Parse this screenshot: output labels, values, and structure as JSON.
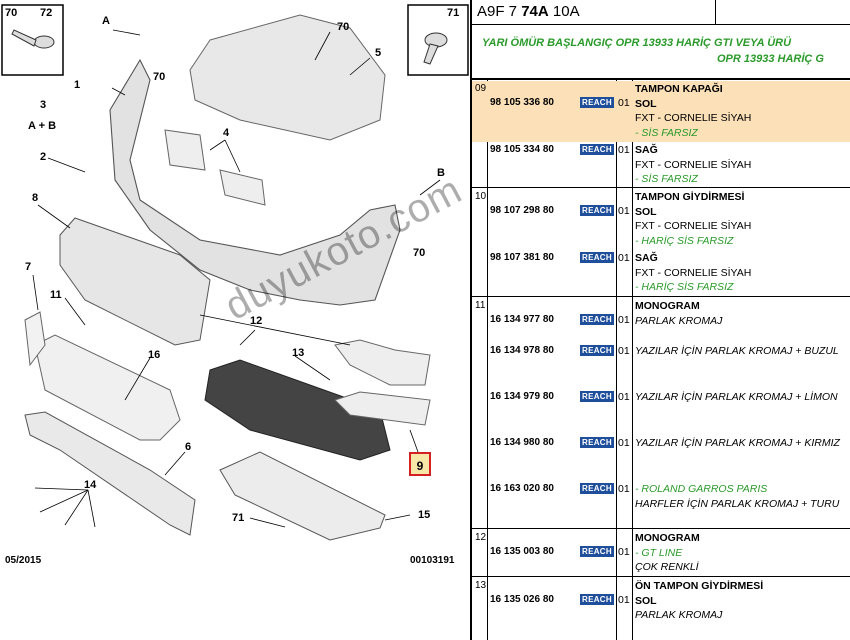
{
  "diagram": {
    "box_left_labels": [
      "70",
      "72"
    ],
    "box_right_label": "71",
    "callouts": [
      "70",
      "5",
      "A",
      "70",
      "1",
      "3",
      "A + B",
      "4",
      "2",
      "B",
      "8",
      "70",
      "7",
      "11",
      "12",
      "16",
      "13",
      "6",
      "9",
      "14",
      "15",
      "71"
    ],
    "date": "05/2015",
    "drawing_ref": "00103191",
    "watermark": "duyukoto.com",
    "highlight_color": "#d42020"
  },
  "table": {
    "code_prefix": "A9F 7 ",
    "code_bold": "74A",
    "code_suffix": " 10A",
    "subtitle_line1": "YARI ÖMÜR BAŞLANGIÇ OPR 13933 HARİÇ GTI VEYA ÜRÜ",
    "subtitle_line2": "OPR 13933 HARİÇ G",
    "reach_label": "REACH",
    "rows": [
      {
        "num": "09",
        "part": "98 105 336 80",
        "qty": "01",
        "lines": [
          {
            "t": "TAMPON KAPAĞI",
            "s": "b"
          },
          {
            "t": "SOL",
            "s": "b"
          },
          {
            "t": "FXT - CORNELIE SİYAH",
            "s": ""
          },
          {
            "t": "- SİS FARSIZ",
            "s": "g"
          }
        ]
      },
      {
        "num": "",
        "part": "98 105 334 80",
        "qty": "01",
        "lines": [
          {
            "t": "SAĞ",
            "s": "b"
          },
          {
            "t": "FXT - CORNELIE SİYAH",
            "s": ""
          },
          {
            "t": "- SİS FARSIZ",
            "s": "g"
          }
        ]
      },
      {
        "num": "10",
        "part": "98 107 298 80",
        "qty": "01",
        "lines": [
          {
            "t": "TAMPON GİYDİRMESİ",
            "s": "b"
          },
          {
            "t": "SOL",
            "s": "b"
          },
          {
            "t": "FXT - CORNELIE SİYAH",
            "s": ""
          },
          {
            "t": "- HARİÇ SİS FARSIZ",
            "s": "g"
          }
        ]
      },
      {
        "num": "",
        "part": "98 107 381 80",
        "qty": "01",
        "lines": [
          {
            "t": "SAĞ",
            "s": "b"
          },
          {
            "t": "FXT - CORNELIE SİYAH",
            "s": ""
          },
          {
            "t": "- HARİÇ SİS FARSIZ",
            "s": "g"
          }
        ]
      },
      {
        "num": "11",
        "part": "16 134 977 80",
        "qty": "01",
        "lines": [
          {
            "t": "MONOGRAM",
            "s": "b"
          },
          {
            "t": "PARLAK KROMAJ",
            "s": "i"
          }
        ]
      },
      {
        "num": "",
        "part": "16 134 978 80",
        "qty": "01",
        "lines": [
          {
            "t": "YAZILAR İÇİN PARLAK KROMAJ + BUZUL",
            "s": "i"
          }
        ]
      },
      {
        "num": "",
        "part": "16 134 979 80",
        "qty": "01",
        "lines": [
          {
            "t": "YAZILAR İÇİN PARLAK KROMAJ + LİMON",
            "s": "i"
          }
        ]
      },
      {
        "num": "",
        "part": "16 134 980 80",
        "qty": "01",
        "lines": [
          {
            "t": "YAZILAR İÇİN PARLAK KROMAJ + KIRMIZ",
            "s": "i"
          }
        ]
      },
      {
        "num": "",
        "part": "16 163 020 80",
        "qty": "01",
        "lines": [
          {
            "t": "- ROLAND GARROS PARIS",
            "s": "g"
          },
          {
            "t": "HARFLER İÇİN PARLAK KROMAJ + TURU",
            "s": "i"
          }
        ]
      },
      {
        "num": "12",
        "part": "16 135 003 80",
        "qty": "01",
        "lines": [
          {
            "t": "MONOGRAM",
            "s": "b"
          },
          {
            "t": "- GT LINE",
            "s": "g"
          },
          {
            "t": "ÇOK RENKLİ",
            "s": "i"
          }
        ]
      },
      {
        "num": "13",
        "part": "16 135 026 80",
        "qty": "01",
        "lines": [
          {
            "t": "ÖN TAMPON GİYDİRMESİ",
            "s": "b"
          },
          {
            "t": "SOL",
            "s": "b"
          },
          {
            "t": "PARLAK KROMAJ",
            "s": "i"
          }
        ]
      }
    ]
  }
}
